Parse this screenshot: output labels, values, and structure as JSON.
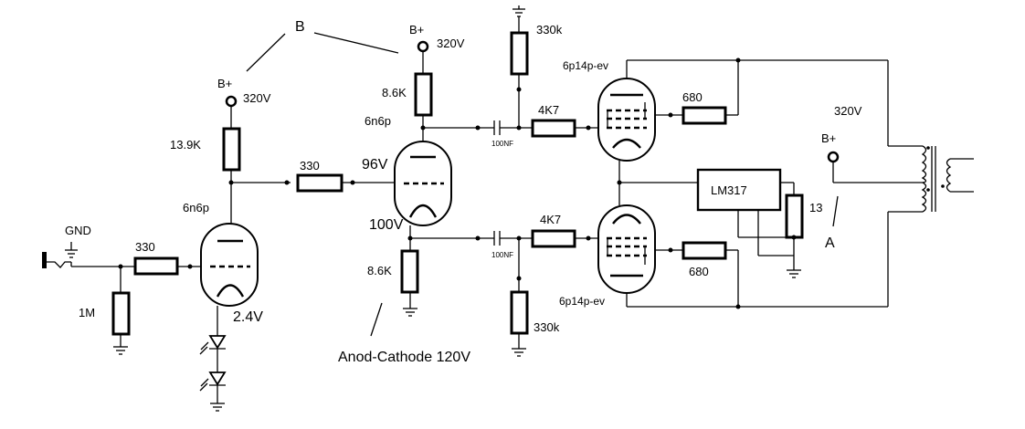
{
  "labels": {
    "gnd": "GND",
    "r_input_grid": "330",
    "r_input_leak": "1M",
    "stage1_tube": "6n6p",
    "stage1_cathode_v": "2.4V",
    "stage1_bplus": "B+",
    "stage1_bplus_v": "320V",
    "stage1_anode_r": "13.9K",
    "coupling_r": "330",
    "b_label": "B",
    "pi_tube": "6n6p",
    "pi_bplus": "B+",
    "pi_bplus_v": "320V",
    "pi_anode_r": "8.6K",
    "pi_grid_v": "96V",
    "pi_cathode_v": "100V",
    "pi_cathode_r": "8.6K",
    "anod_cathode": "Anod-Cathode 120V",
    "cap_top": "100NF",
    "cap_bottom": "100NF",
    "grid_leak_top": "330k",
    "grid_leak_bottom": "330k",
    "grid_stop_top": "4K7",
    "grid_stop_bottom": "4K7",
    "power_tube_top": "6p14p-ev",
    "power_tube_bottom": "6p14p-ev",
    "screen_r_top": "680",
    "screen_r_bottom": "680",
    "regulator": "LM317",
    "reg_r": "13",
    "out_bplus": "B+",
    "out_bplus_v": "320V",
    "a_label": "A"
  }
}
